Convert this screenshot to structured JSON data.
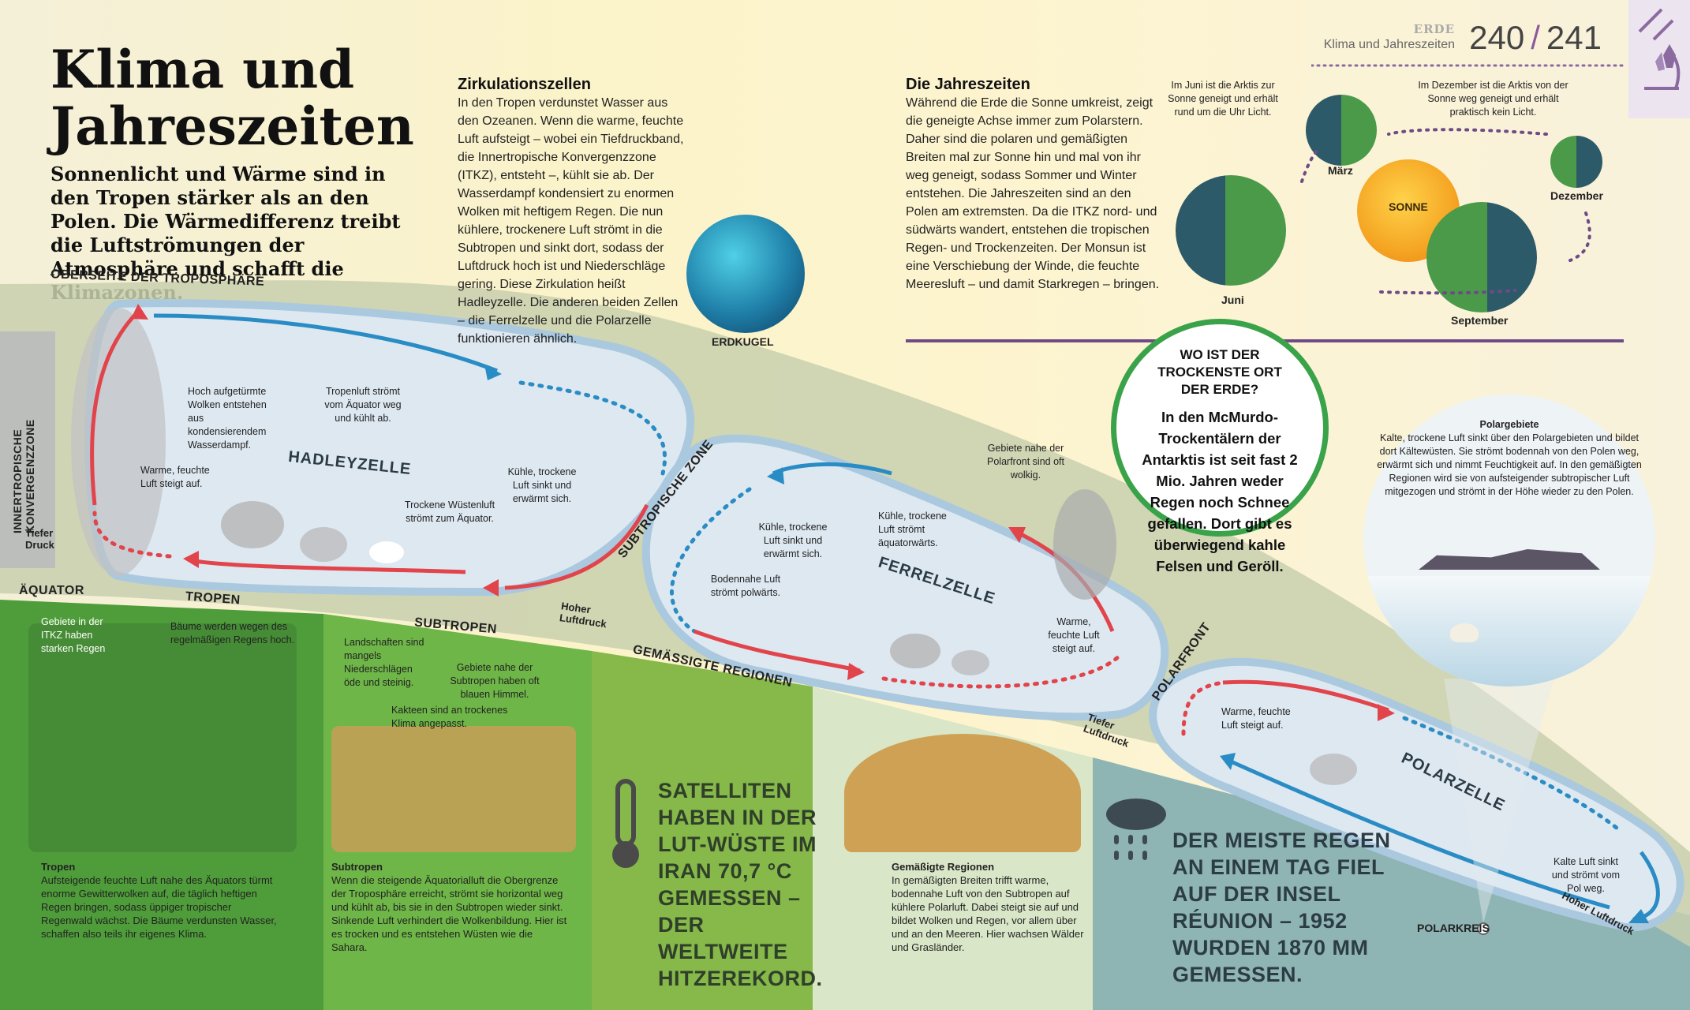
{
  "header": {
    "category": "ERDE",
    "subtitle": "Klima und Jahreszeiten",
    "page_left": "240",
    "page_sep": "/",
    "page_right": "241"
  },
  "title": {
    "line1": "Klima und",
    "line2": "Jahreszeiten"
  },
  "lead": "Sonnenlicht und Wärme sind in den Tropen stärker als an den Polen. Die Wärmedifferenz treibt die Luftströmungen der Atmosphäre und schafft die Klimazonen.",
  "circulation": {
    "heading": "Zirkulationszellen",
    "text": "In den Tropen verdunstet Wasser aus den Ozeanen. Wenn die warme, feuchte Luft aufsteigt – wobei ein Tiefdruckband, die Innertropische Konvergenzzone (ITKZ), entsteht –, kühlt sie ab. Der Wasserdampf kondensiert zu enormen Wolken mit heftigem Regen. Die nun kühlere, trockenere Luft strömt in die Subtropen und sinkt dort, sodass der Luftdruck hoch ist und Niederschläge gering. Diese Zirkulation heißt Hadleyzelle. Die anderen beiden Zellen – die Ferrelzelle und die Polarzelle funktionieren ähnlich.",
    "globe_label": "ERDKUGEL"
  },
  "seasons": {
    "heading": "Die Jahreszeiten",
    "text": "Während die Erde die Sonne umkreist, zeigt die geneigte Achse immer zum Polarstern. Daher sind die polaren und gemäßigten Breiten mal zur Sonne hin und mal von ihr weg geneigt, sodass Sommer und Winter entstehen. Die Jahreszeiten sind an den Polen am extremsten. Da die ITKZ nord- und südwärts wandert, entstehen die tropischen Regen- und Trockenzeiten. Der Monsun ist eine Verschiebung der Winde, die feuchte Meeresluft – und damit Starkregen – bringen.",
    "june_note": "Im Juni ist die Arktis zur Sonne geneigt und erhält rund um die Uhr Licht.",
    "december_note": "Im Dezember ist die Arktis von der Sonne weg geneigt und erhält praktisch kein Licht.",
    "sun": "SONNE",
    "march": "März",
    "june": "Juni",
    "september": "September",
    "december": "Dezember"
  },
  "driest": {
    "question": "WO IST DER TROCKENSTE ORT DER ERDE?",
    "answer": "In den McMurdo-Trockentälern der Antarktis ist seit fast 2 Mio. Jahren weder Regen noch Schnee gefallen. Dort gibt es überwiegend kahle Felsen und Geröll."
  },
  "diagram": {
    "top_troposphere": "OBERSEITE DER TROPOSPHÄRE",
    "itcz": "INNERTROPISCHE KONVERGENZZONE",
    "low_pressure_1": "Tiefer Druck",
    "equator": "ÄQUATOR",
    "tropics": "TROPEN",
    "subtropics": "SUBTROPEN",
    "high_pressure_1": "Hoher Luftdruck",
    "subtropical_zone": "SUBTROPISCHE ZONE",
    "temperate": "GEMÄSSIGTE REGIONEN",
    "low_pressure_2": "Tiefer Luftdruck",
    "polar_front": "POLARFRONT",
    "polar_circle": "POLARKREIS",
    "high_pressure_2": "Hoher Luftdruck",
    "hadley": "HADLEYZELLE",
    "ferrel": "FERRELZELLE",
    "polar": "POLARZELLE",
    "cap_clouds": "Hoch aufgetürmte Wolken entstehen aus kondensierendem Wasserdampf.",
    "cap_tropical_air": "Tropenluft strömt vom Äquator weg und kühlt ab.",
    "cap_warm_rises": "Warme, feuchte Luft steigt auf.",
    "cap_cool_sinks": "Kühle, trockene Luft sinkt und erwärmt sich.",
    "cap_desert_air": "Trockene Wüstenluft strömt zum Äquator.",
    "cap_polar_front_clouds": "Gebiete nahe der Polarfront sind oft wolkig.",
    "cap_ferrel_sinks": "Kühle, trockene Luft sinkt und erwärmt sich.",
    "cap_ferrel_equator": "Kühle, trockene Luft strömt äquatorwärts.",
    "cap_ground_air": "Bodennahe Luft strömt polwärts.",
    "cap_ferrel_rises": "Warme, feuchte Luft steigt auf.",
    "cap_polar_rises": "Warme, feuchte Luft steigt auf.",
    "cap_polar_cold": "Kalte Luft sinkt und strömt vom Pol weg."
  },
  "polar_region": {
    "heading": "Polargebiete",
    "text": "Kalte, trockene Luft sinkt über den Polargebieten und bildet dort Kältewüsten. Sie strömt bodennah von den Polen weg, erwärmt sich und nimmt Feuchtigkeit auf. In den gemäßigten Regionen wird sie von aufsteigender subtropischer Luft mitgezogen und strömt in der Höhe wieder zu den Polen."
  },
  "zones": {
    "tropics": {
      "heading": "Tropen",
      "text": "Aufsteigende feuchte Luft nahe des Äquators türmt enorme Gewitterwolken auf, die täglich heftigen Regen bringen, sodass üppiger tropischer Regenwald wächst. Die Bäume verdunsten Wasser, schaffen also teils ihr eigenes Klima.",
      "cap_rain": "Gebiete in der ITKZ haben starken Regen",
      "cap_trees": "Bäume werden wegen des regelmäßigen Regens hoch."
    },
    "subtropics": {
      "heading": "Subtropen",
      "text": "Wenn die steigende Äquatorialluft die Obergrenze der Troposphäre erreicht, strömt sie horizontal weg und kühlt ab, bis sie in den Subtropen wieder sinkt. Sinkende Luft verhindert die Wolkenbildung. Hier ist es trocken und es entstehen Wüsten wie die Sahara.",
      "cap_land": "Landschaften sind mangels Niederschlägen öde und steinig.",
      "cap_sky": "Gebiete nahe der Subtropen haben oft blauen Himmel.",
      "cap_cacti": "Kakteen sind an trockenes Klima angepasst."
    },
    "temperate": {
      "heading": "Gemäßigte Regionen",
      "text": "In gemäßigten Breiten trifft warme, bodennahe Luft von den Subtropen auf kühlere Polarluft. Dabei steigt sie auf und bildet Wolken und Regen, vor allem über und an den Meeren. Hier wachsen Wälder und Grasländer."
    }
  },
  "facts": {
    "satellite": "SATELLITEN HABEN IN DER LUT-WÜSTE IM IRAN 70,7 °C GEMESSEN – DER WELTWEITE HITZEREKORD.",
    "rain": "DER MEISTE REGEN AN EINEM TAG FIEL AUF DER INSEL RÉUNION – 1952 WURDEN 1870 MM GEMESSEN."
  },
  "colors": {
    "warm_arrow": "#e2444b",
    "cool_arrow": "#2a8cc4",
    "cell_fill": "#dde8f1",
    "cell_border": "#aac8de",
    "accent_purple": "#6e4a86",
    "green_circle": "#3aa34a"
  }
}
